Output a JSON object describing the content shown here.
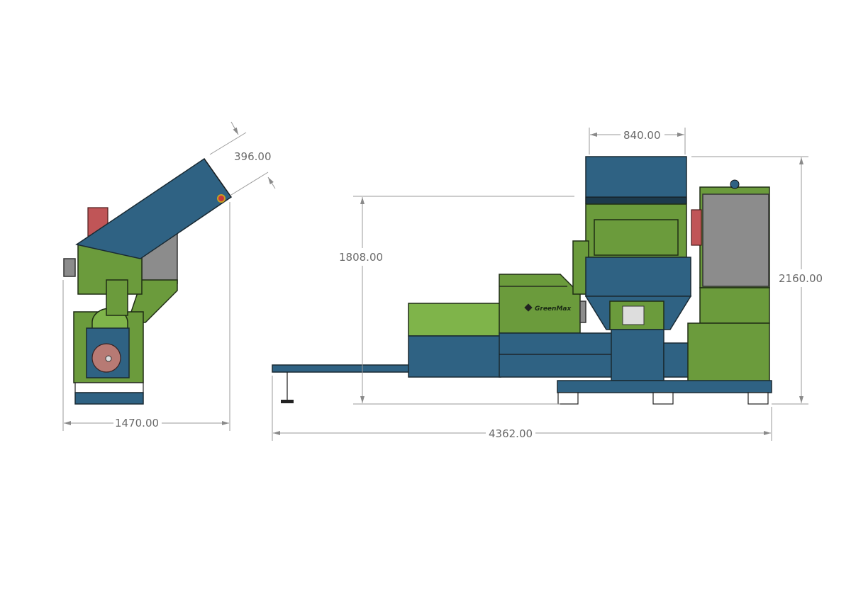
{
  "drawing": {
    "side_view": {
      "dimensions": {
        "hopper_opening": "396.00",
        "width": "1470.00"
      }
    },
    "front_view": {
      "dimensions": {
        "crusher_width": "840.00",
        "inlet_height": "1808.00",
        "total_height": "2160.00",
        "total_length": "4362.00"
      },
      "logo_text": "GreenMax"
    }
  },
  "colors": {
    "machine_blue": "#2f6283",
    "machine_green": "#6b9b3c",
    "panel_gray": "#8c8c8c",
    "motor_red": "#c05557",
    "dimension_gray": "#6a6a6a"
  }
}
